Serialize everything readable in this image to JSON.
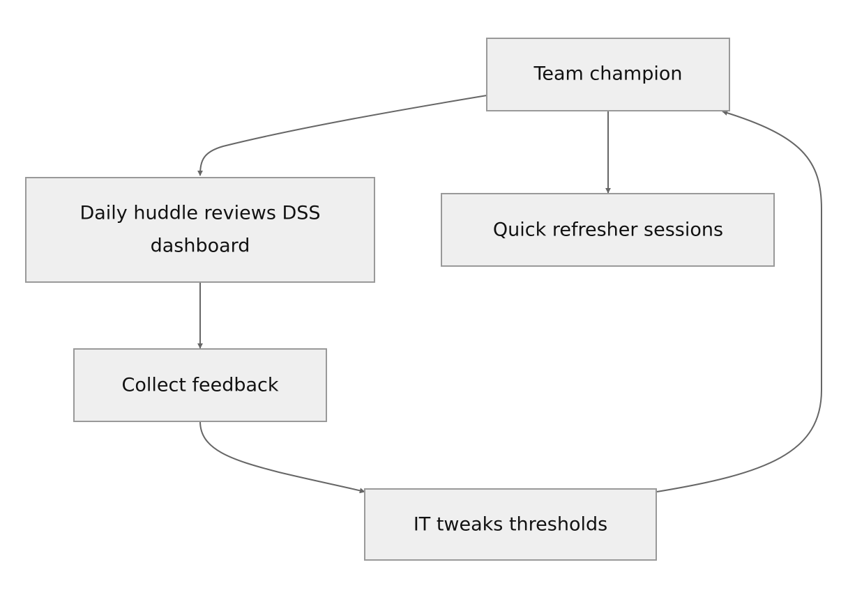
{
  "nodes": {
    "team_champion": {
      "line1": "Team champion"
    },
    "daily_huddle": {
      "line1": "Daily huddle reviews DSS",
      "line2": "dashboard"
    },
    "quick_refresher": {
      "line1": "Quick refresher sessions"
    },
    "collect_feedback": {
      "line1": "Collect feedback"
    },
    "it_tweaks": {
      "line1": "IT tweaks thresholds"
    }
  },
  "colors": {
    "node_fill": "#efefef",
    "node_border": "#999999",
    "edge": "#666666",
    "text": "#111111"
  }
}
